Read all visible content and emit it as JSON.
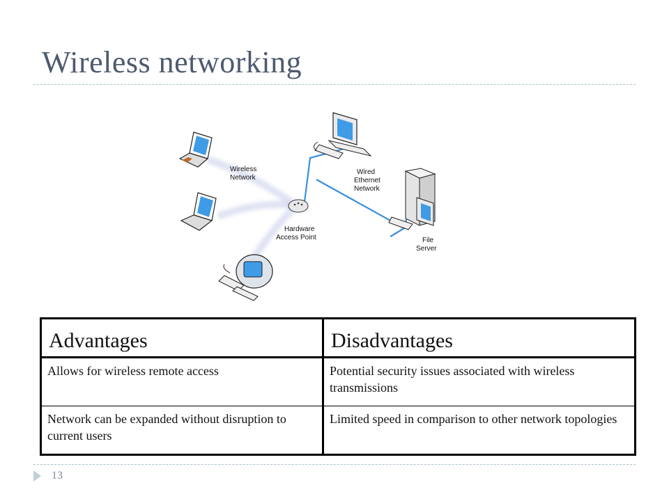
{
  "slide": {
    "title": "Wireless networking",
    "page_number": "13"
  },
  "diagram": {
    "labels": {
      "wireless_network": [
        "Wireless",
        "Network"
      ],
      "wired_ethernet": [
        "Wired",
        "Ethernet",
        "Network"
      ],
      "access_point": [
        "Hardware",
        "Access Point"
      ],
      "file_server": [
        "File",
        "Server"
      ]
    },
    "colors": {
      "wired_link": "#3a8fe0",
      "wireless_signal": "#9aa6d8",
      "screen": "#3f9be6"
    }
  },
  "table": {
    "headers": [
      "Advantages",
      "Disadvantages"
    ],
    "rows": [
      [
        "Allows for wireless remote access",
        "Potential security issues associated with wireless transmissions"
      ],
      [
        "Network can be expanded without disruption to current users",
        "Limited speed in comparison to other network topologies"
      ]
    ]
  }
}
